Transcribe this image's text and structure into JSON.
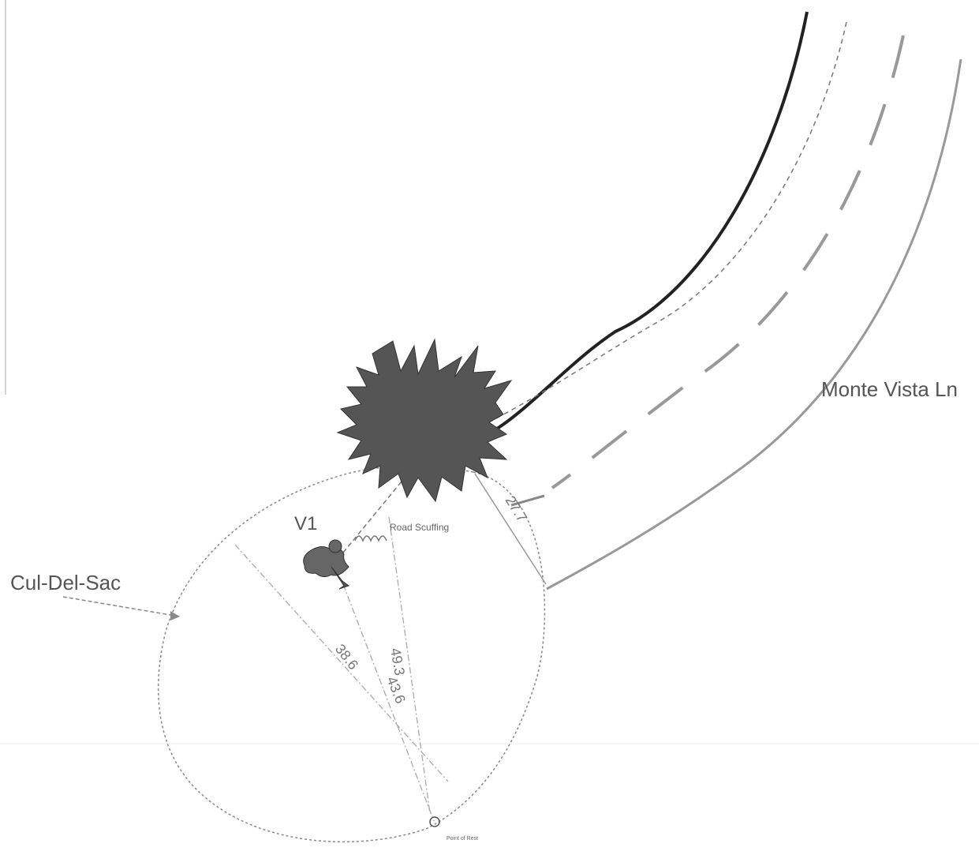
{
  "labels": {
    "street_name": "Monte Vista Ln",
    "cul_de_sac": "Cul-Del-Sac",
    "vehicle": "V1",
    "road_scuffing": "Road Scuffing",
    "point_of_rest": "Point of Rest"
  },
  "measurements": {
    "m1": "27.7",
    "m2": "38.6",
    "m3": "49.3",
    "m4": "43.6"
  },
  "colors": {
    "tree_fill": "#555555",
    "road_edge": "#222222",
    "road_line": "#888888",
    "measure_line": "#999999",
    "label_text": "#555555"
  }
}
